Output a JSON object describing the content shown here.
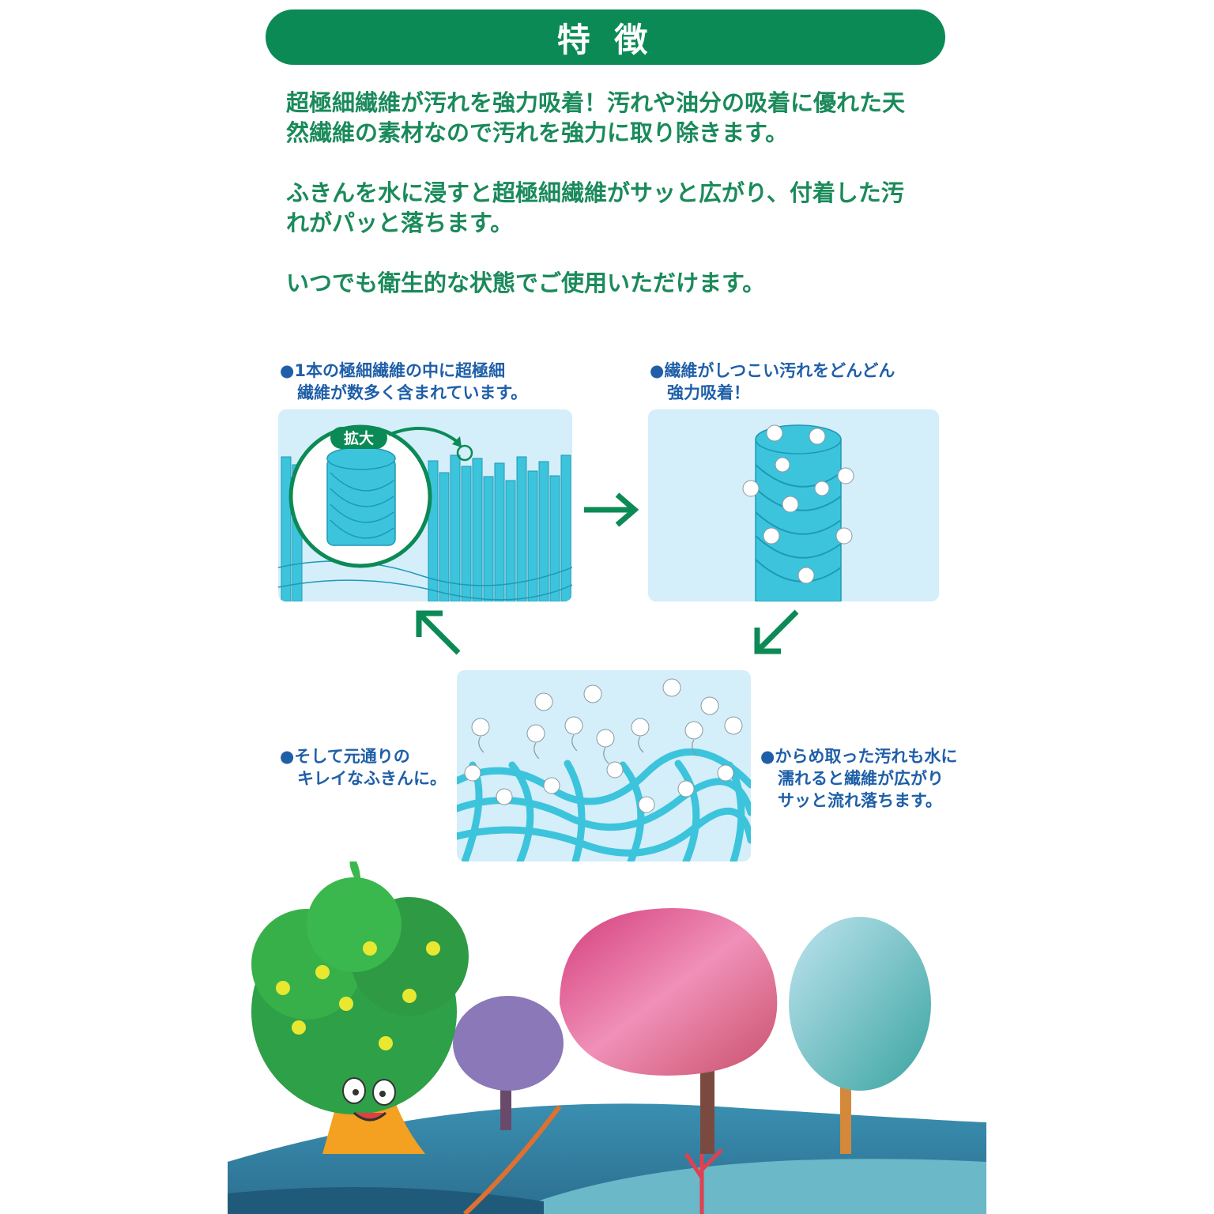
{
  "header": {
    "title": "特 徴"
  },
  "intro": {
    "paragraph1_line1": "超極細繊維が汚れを強力吸着！汚れや油分の吸着に優れた天",
    "paragraph1_line2": "然繊維の素材なので汚れを強力に取り除きます。",
    "paragraph2_line1": "ふきんを水に浸すと超極細繊維がサッと広がり、付着した汚",
    "paragraph2_line2": "れがパッと落ちます。",
    "paragraph3": "いつでも衛生的な状態でご使用いただけます。"
  },
  "steps": {
    "step1": {
      "bullet": "●",
      "line1": "1本の極細繊維の中に超極細",
      "line2": "繊維が数多く含まれています。",
      "zoom_label": "拡大"
    },
    "step2": {
      "bullet": "●",
      "line1": "繊維がしつこい汚れをどんどん",
      "line2": "強力吸着！"
    },
    "step3": {
      "bullet": "●",
      "line1": "からめ取った汚れも水に",
      "line2": "濡れると繊維が広がり",
      "line3": "サッと流れ落ちます。"
    },
    "step4": {
      "bullet": "●",
      "line1": "そして元通りの",
      "line2": "キレイなふきんに。"
    }
  },
  "colors": {
    "accent_green": "#0b8a55",
    "text_green": "#1a8a5a",
    "caption_blue": "#1f5fa8",
    "fiber_cyan": "#3cc4dc",
    "panel_bg": "#d4eefa"
  }
}
